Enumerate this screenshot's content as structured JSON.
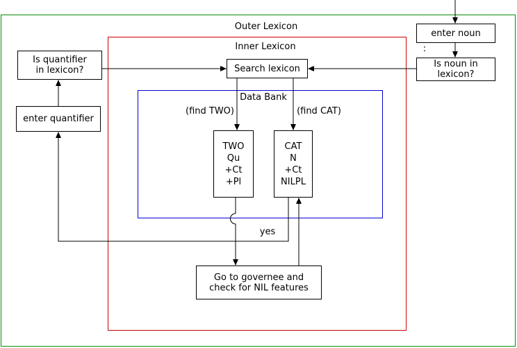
{
  "regions": {
    "outer_title": "Outer Lexicon",
    "inner_title": "Inner Lexicon",
    "databank_title": "Data Bank"
  },
  "nodes": {
    "enter_noun": {
      "label": "enter noun"
    },
    "is_noun": {
      "line1": "Is noun in",
      "line2": "lexicon?"
    },
    "is_quantifier": {
      "line1": "Is quantifier",
      "line2": "in lexicon?"
    },
    "enter_quantifier": {
      "label": "enter quantifier"
    },
    "search_lexicon": {
      "label": "Search lexicon"
    },
    "two_entry": {
      "lines": [
        "TWO",
        "Qu",
        "+Ct",
        "+Pl"
      ]
    },
    "cat_entry": {
      "lines": [
        "CAT",
        "N",
        "+Ct",
        "NILPL"
      ]
    },
    "governee": {
      "line1": "Go to governee and",
      "line2": "check for NIL features"
    }
  },
  "edge_labels": {
    "find_two": "(find TWO)",
    "find_cat": "(find CAT)",
    "yes": "yes",
    "colon": ":"
  },
  "colors": {
    "outer_border": "#0a8a0a",
    "inner_border": "#cc0000",
    "databank_border": "#0000cc"
  }
}
